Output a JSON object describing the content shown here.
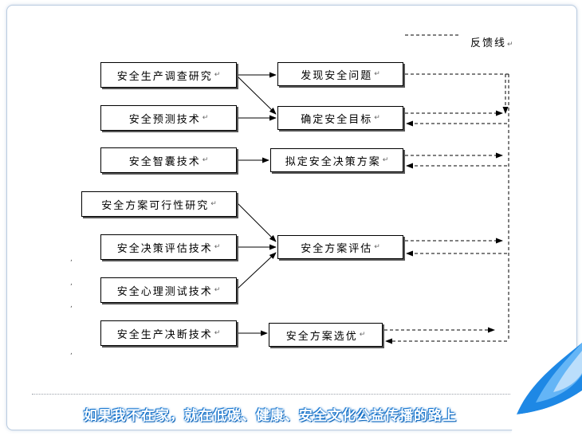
{
  "legend": {
    "label": "反馈线"
  },
  "enter_mark": "↵",
  "left_boxes": [
    "安全生产调查研究",
    "安全预测技术",
    "安全智囊技术",
    "安全方案可行性研究",
    "安全决策评估技术",
    "安全心理测试技术",
    "安全生产决断技术"
  ],
  "right_boxes": [
    "发现安全问题",
    "确定安全目标",
    "拟定安全决策方案",
    "安全方案评估",
    "安全方案选优"
  ],
  "commas": [
    ",",
    ",",
    ",",
    ","
  ],
  "banner": {
    "text": "如果我不在家，就在低碳、健康、安全文化公益传播的路上"
  },
  "colors": {
    "frame_border": "#b9cbe0",
    "banner_glow": "#1a78d0",
    "page_curl": "#1e88e5"
  }
}
